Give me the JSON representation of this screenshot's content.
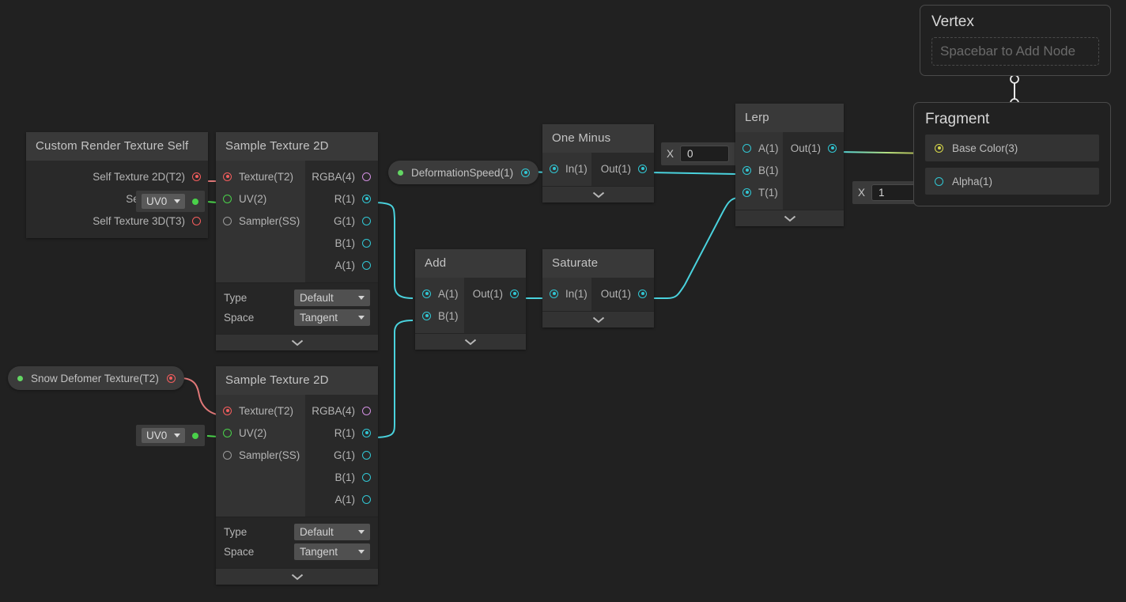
{
  "canvas": {
    "background": "#212121"
  },
  "colors": {
    "cyan": "#31c7d4",
    "red": "#f45d5d",
    "green": "#4ad14a",
    "pink": "#d18fe0",
    "yellow": "#d6d64a",
    "white": "#e8e8e8",
    "node_header": "#393939",
    "node_body": "#292929"
  },
  "nodes": {
    "custom_render_texture_self": {
      "title": "Custom Render Texture Self",
      "outputs": [
        {
          "label": "Self Texture 2D(T2)",
          "type": "red",
          "connected": true
        },
        {
          "label": "Self Texture 2D(T2a)",
          "type": "green",
          "connected": true
        },
        {
          "label": "Self Texture 3D(T3)",
          "type": "red",
          "connected": false
        }
      ]
    },
    "sample_texture_2d_top": {
      "title": "Sample Texture 2D",
      "inputs": [
        {
          "label": "Texture(T2)",
          "type": "red",
          "connected": true
        },
        {
          "label": "UV(2)",
          "type": "green",
          "connected": false
        },
        {
          "label": "Sampler(SS)",
          "type": "grey",
          "connected": false
        }
      ],
      "outputs": [
        {
          "label": "RGBA(4)",
          "type": "pink",
          "connected": false
        },
        {
          "label": "R(1)",
          "type": "cyan",
          "connected": true
        },
        {
          "label": "G(1)",
          "type": "cyan",
          "connected": false
        },
        {
          "label": "B(1)",
          "type": "cyan",
          "connected": false
        },
        {
          "label": "A(1)",
          "type": "cyan",
          "connected": false
        }
      ],
      "settings": [
        {
          "label": "Type",
          "value": "Default"
        },
        {
          "label": "Space",
          "value": "Tangent"
        }
      ]
    },
    "sample_texture_2d_bottom": {
      "title": "Sample Texture 2D",
      "inputs": [
        {
          "label": "Texture(T2)",
          "type": "red",
          "connected": true
        },
        {
          "label": "UV(2)",
          "type": "green",
          "connected": false
        },
        {
          "label": "Sampler(SS)",
          "type": "grey",
          "connected": false
        }
      ],
      "outputs": [
        {
          "label": "RGBA(4)",
          "type": "pink",
          "connected": false
        },
        {
          "label": "R(1)",
          "type": "cyan",
          "connected": true
        },
        {
          "label": "G(1)",
          "type": "cyan",
          "connected": false
        },
        {
          "label": "B(1)",
          "type": "cyan",
          "connected": false
        },
        {
          "label": "A(1)",
          "type": "cyan",
          "connected": false
        }
      ],
      "settings": [
        {
          "label": "Type",
          "value": "Default"
        },
        {
          "label": "Space",
          "value": "Tangent"
        }
      ]
    },
    "add": {
      "title": "Add",
      "inputs": [
        {
          "label": "A(1)",
          "type": "cyan",
          "connected": true
        },
        {
          "label": "B(1)",
          "type": "cyan",
          "connected": true
        }
      ],
      "outputs": [
        {
          "label": "Out(1)",
          "type": "cyan",
          "connected": true
        }
      ]
    },
    "one_minus": {
      "title": "One Minus",
      "inputs": [
        {
          "label": "In(1)",
          "type": "cyan",
          "connected": true
        }
      ],
      "outputs": [
        {
          "label": "Out(1)",
          "type": "cyan",
          "connected": true
        }
      ]
    },
    "saturate": {
      "title": "Saturate",
      "inputs": [
        {
          "label": "In(1)",
          "type": "cyan",
          "connected": true
        }
      ],
      "outputs": [
        {
          "label": "Out(1)",
          "type": "cyan",
          "connected": true
        }
      ]
    },
    "lerp": {
      "title": "Lerp",
      "inputs": [
        {
          "label": "A(1)",
          "type": "cyan",
          "connected": false
        },
        {
          "label": "B(1)",
          "type": "cyan",
          "connected": true
        },
        {
          "label": "T(1)",
          "type": "cyan",
          "connected": true
        }
      ],
      "outputs": [
        {
          "label": "Out(1)",
          "type": "cyan",
          "connected": true
        }
      ]
    }
  },
  "properties": {
    "deformation_speed": {
      "label": "DeformationSpeed(1)",
      "port_type": "cyan"
    },
    "snow_deformer_texture": {
      "label": "Snow Defomer Texture(T2)",
      "port_type": "red"
    }
  },
  "uv_widgets": {
    "top": {
      "value": "UV0"
    },
    "bottom": {
      "value": "UV0"
    }
  },
  "float_widgets": {
    "lerp_a": {
      "label": "X",
      "value": "0"
    },
    "alpha": {
      "label": "X",
      "value": "1"
    }
  },
  "master_stack": {
    "vertex": {
      "title": "Vertex",
      "placeholder": "Spacebar to Add Node"
    },
    "fragment": {
      "title": "Fragment",
      "blocks": [
        {
          "label": "Base Color(3)",
          "type": "yellow",
          "connected": true
        },
        {
          "label": "Alpha(1)",
          "type": "cyan",
          "connected": false
        }
      ]
    }
  }
}
